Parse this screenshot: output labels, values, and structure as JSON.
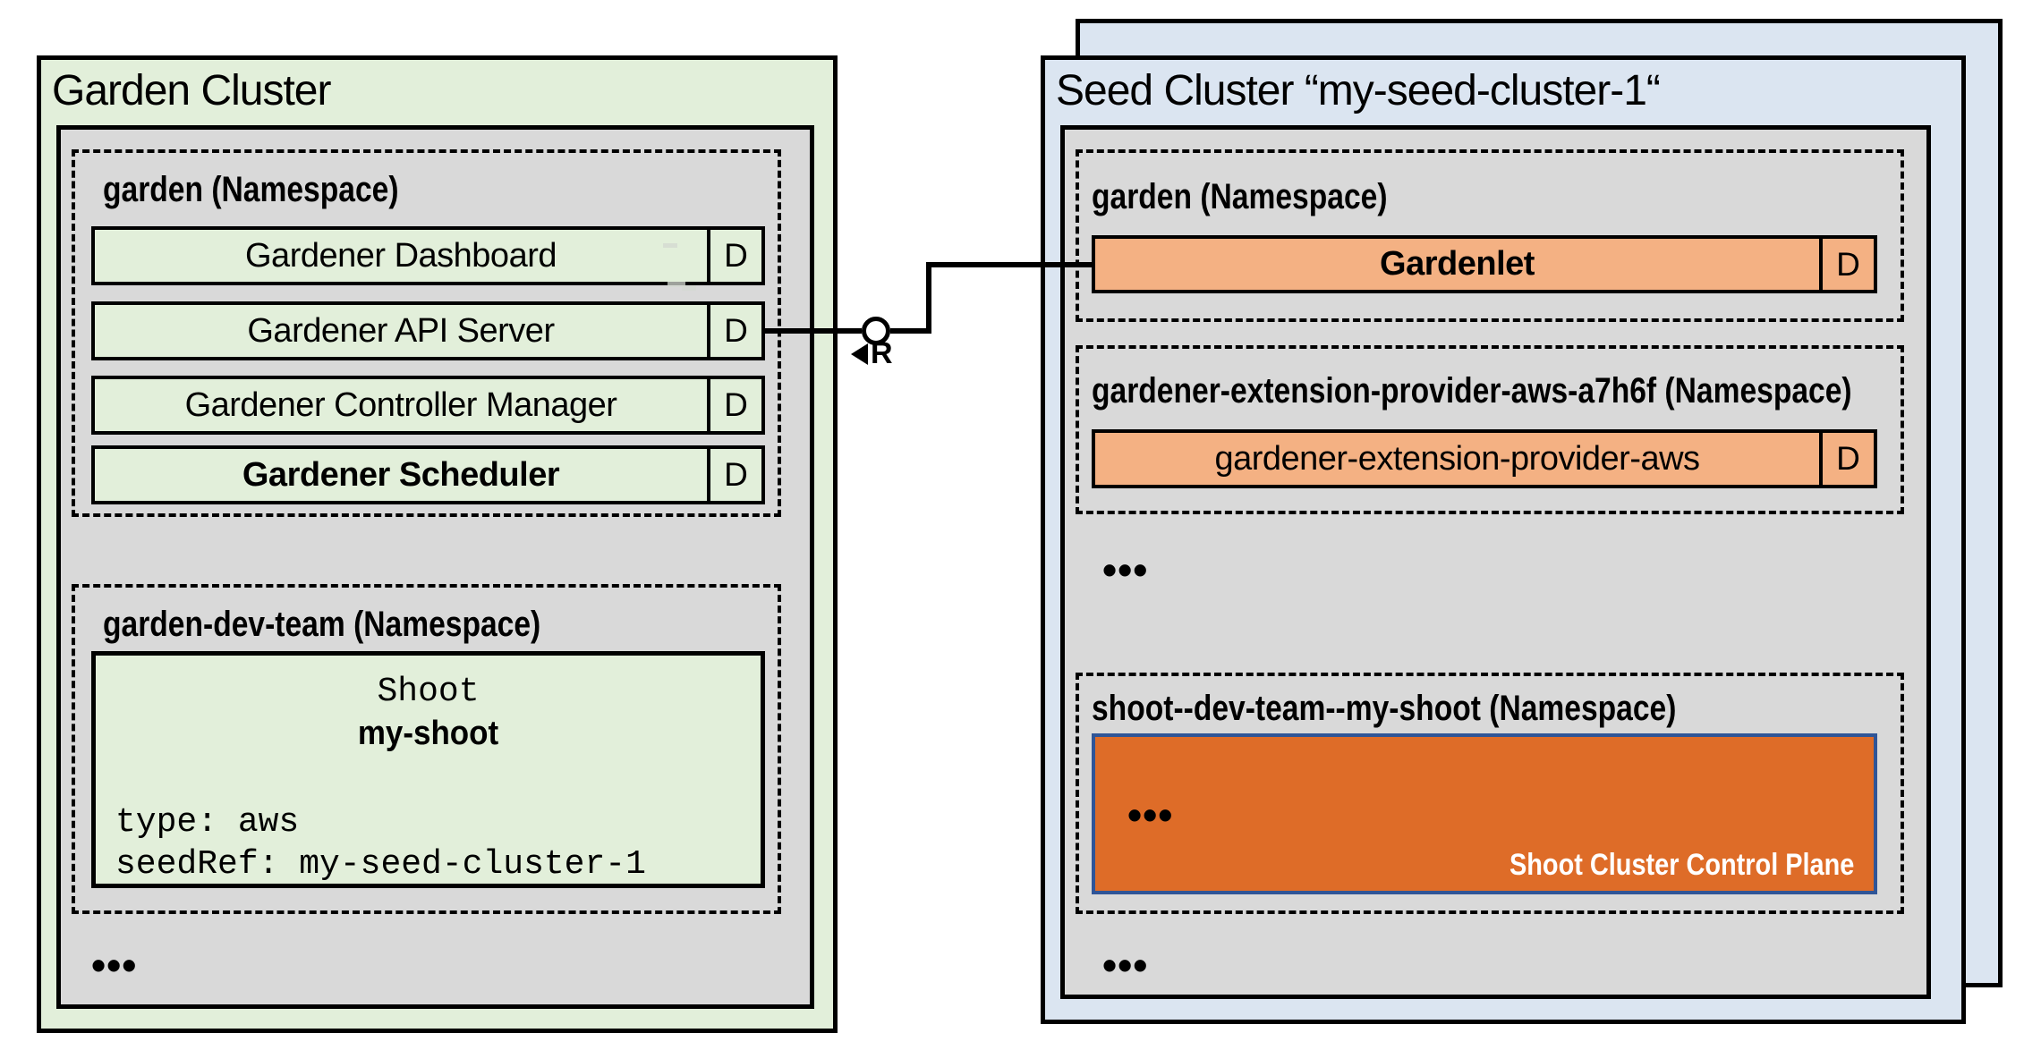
{
  "colors": {
    "cluster_green": "#E2EFDA",
    "panel_gray": "#D9D9D9",
    "cluster_blue": "#DBE5F1",
    "component_orange": "#F4B183",
    "control_plane_orange": "#DE6C28",
    "control_plane_border_navy": "#2F5597",
    "line_black": "#000000"
  },
  "garden_cluster": {
    "title": "Garden Cluster",
    "garden_namespace": {
      "label": "garden (Namespace)",
      "rows": [
        {
          "label": "Gardener Dashboard",
          "badge": "D"
        },
        {
          "label": "Gardener API Server",
          "badge": "D"
        },
        {
          "label": "Gardener Controller Manager",
          "badge": "D"
        },
        {
          "label": "Gardener Scheduler",
          "badge": "D"
        }
      ]
    },
    "dev_team_namespace": {
      "label": "garden-dev-team (Namespace)",
      "shoot_resource": {
        "kind": "Shoot",
        "name": "my-shoot",
        "spec_lines": [
          "type: aws",
          "seedRef: my-seed-cluster-1"
        ]
      }
    },
    "more_indicator": "•••"
  },
  "connector": {
    "required_interface_label": "R"
  },
  "seed_cluster": {
    "title": "Seed Cluster “my-seed-cluster-1“",
    "garden_namespace": {
      "label": "garden (Namespace)",
      "rows": [
        {
          "label": "Gardenlet",
          "badge": "D"
        }
      ]
    },
    "extension_namespace": {
      "label": "gardener-extension-provider-aws-a7h6f (Namespace)",
      "rows": [
        {
          "label": "gardener-extension-provider-aws",
          "badge": "D"
        }
      ]
    },
    "more_indicator_top": "•••",
    "shoot_namespace": {
      "label": "shoot--dev-team--my-shoot (Namespace)",
      "control_plane": {
        "more_indicator": "•••",
        "label": "Shoot Cluster Control Plane"
      }
    },
    "more_indicator_bottom": "•••"
  }
}
